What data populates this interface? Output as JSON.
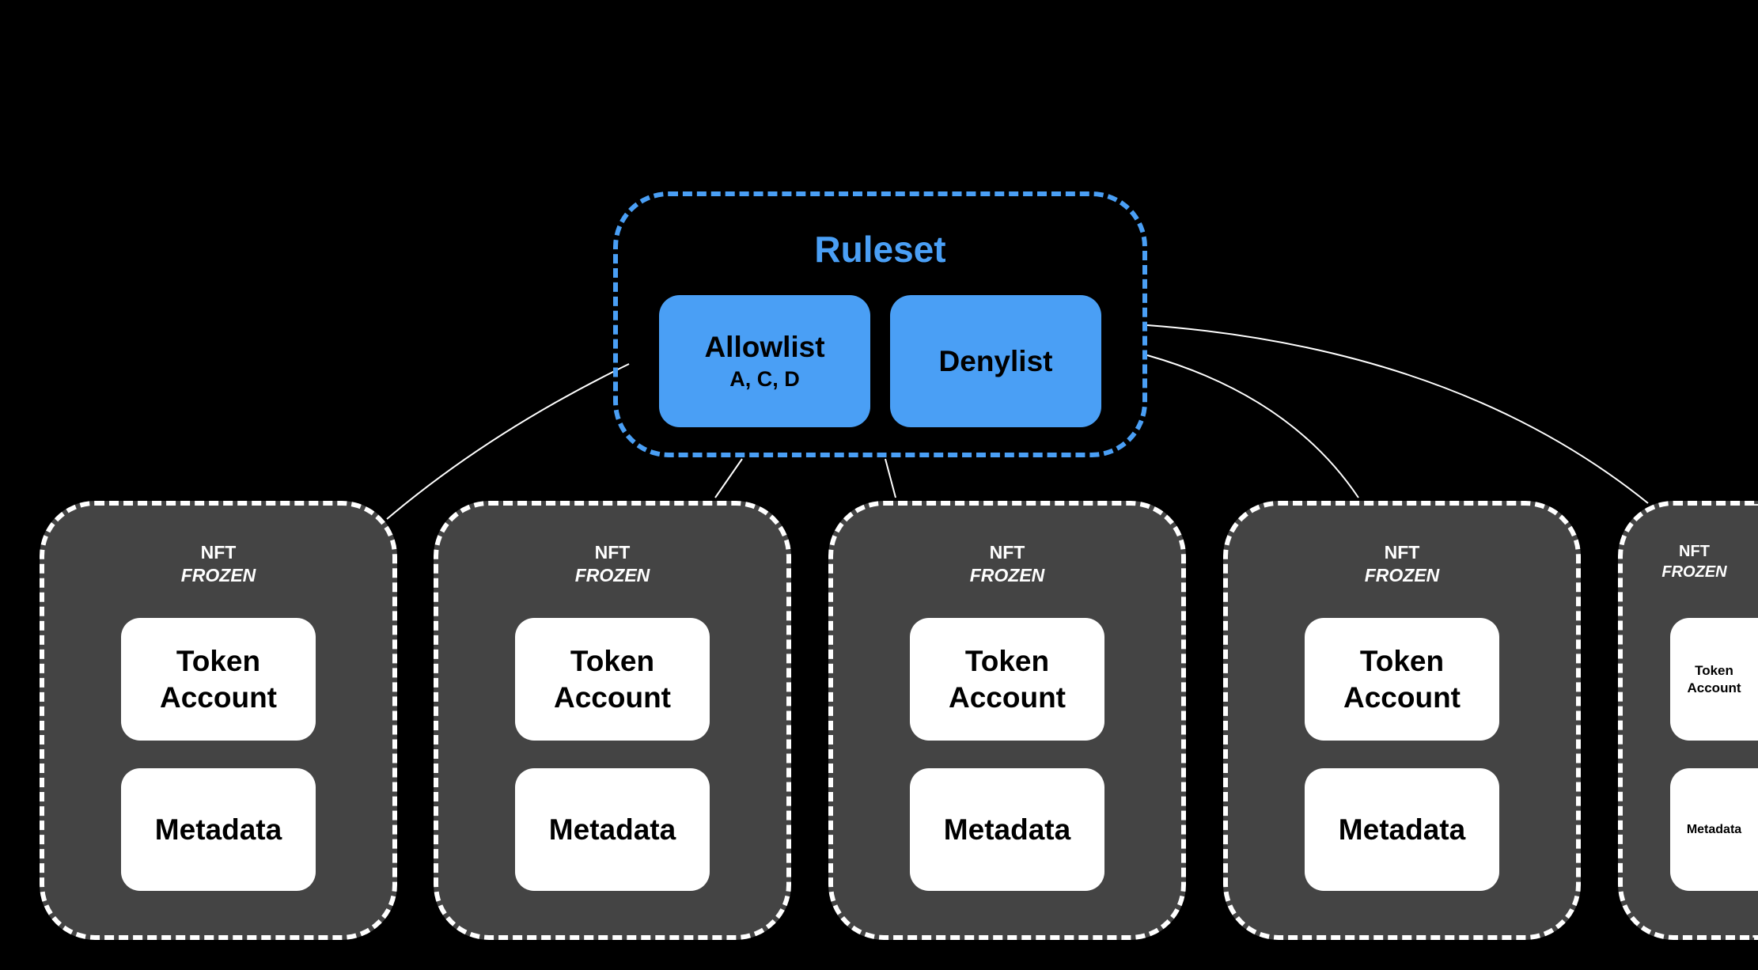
{
  "ruleset": {
    "title": "Ruleset",
    "allowlist": {
      "title": "Allowlist",
      "entries": "A, C, D"
    },
    "denylist": {
      "title": "Denylist"
    },
    "color": "#4a9ff5"
  },
  "nfts": [
    {
      "label": "NFT",
      "state": "FROZEN",
      "token_account": "Token Account",
      "metadata": "Metadata"
    },
    {
      "label": "NFT",
      "state": "FROZEN",
      "token_account": "Token Account",
      "metadata": "Metadata"
    },
    {
      "label": "NFT",
      "state": "FROZEN",
      "token_account": "Token Account",
      "metadata": "Metadata"
    },
    {
      "label": "NFT",
      "state": "FROZEN",
      "token_account": "Token Account",
      "metadata": "Metadata"
    },
    {
      "label": "NFT",
      "state": "FROZEN",
      "token_account": "Token Account",
      "metadata": "Metadata"
    }
  ]
}
